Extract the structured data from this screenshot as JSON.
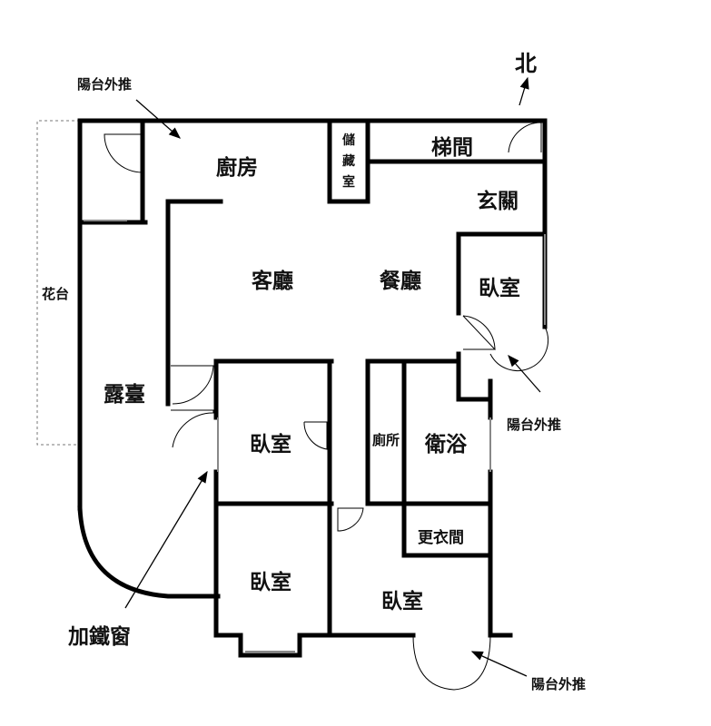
{
  "north": "北",
  "rooms": {
    "kitchen": "廚房",
    "storage": [
      "儲",
      "藏",
      "室"
    ],
    "stairwell": "梯間",
    "entrance": "玄關",
    "living": "客廳",
    "dining": "餐廳",
    "bedroom": "臥室",
    "terrace": "露臺",
    "toilet": "廁所",
    "bathroom": "衛浴",
    "dressing": "更衣間"
  },
  "annotations": {
    "balcony_extension": "陽台外推",
    "planter": "花台",
    "iron_window": "加鐵窗"
  },
  "colors": {
    "wall": "#000000",
    "window": "#888888",
    "dash": "#777777"
  }
}
